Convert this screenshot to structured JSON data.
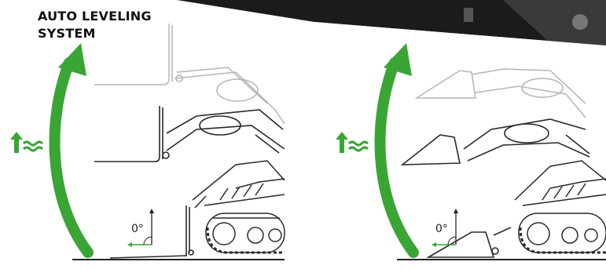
{
  "title": {
    "line1": "AUTO LEVELING",
    "line2": "SYSTEM"
  },
  "panels": [
    {
      "attachment": "pallet-forks",
      "angle_label": "0°"
    },
    {
      "attachment": "bucket",
      "angle_label": "0°"
    }
  ],
  "colors": {
    "arrow_green": "#3aa535",
    "dark_banner": "#1b1b1b",
    "ground_line": "#222222",
    "line_art": "#2a2a2a",
    "faded_line_art": "#b5b5b5"
  },
  "icons": [
    "raise-arrow-icon",
    "lift-motion-icon",
    "angle-indicator-icon",
    "level-arrow-icon"
  ]
}
